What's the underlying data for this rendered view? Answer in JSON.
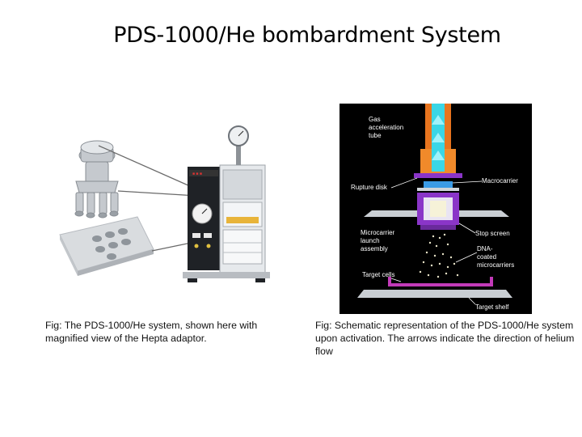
{
  "slide": {
    "title": "PDS-1000/He bombardment System"
  },
  "left_figure": {
    "caption": "Fig: The PDS-1000/He system, shown here with magnified view of the Hepta adaptor."
  },
  "right_figure": {
    "caption": "Fig: Schematic representation of the PDS-1000/He system upon activation. The arrows indicate the direction of helium flow",
    "labels": {
      "gas_tube_1": "Gas",
      "gas_tube_2": "acceleration",
      "gas_tube_3": "tube",
      "rupture_disk": "Rupture disk",
      "macrocarrier": "Macrocarrier",
      "microcarrier_1": "Microcarrier",
      "microcarrier_2": "launch",
      "microcarrier_3": "assembly",
      "stop_screen": "Stop screen",
      "dna_1": "DNA-",
      "dna_2": "coated",
      "dna_3": "microcarriers",
      "target_cells": "Target cells",
      "target_shelf": "Target shelf"
    }
  },
  "colors": {
    "background": "#ffffff",
    "schematic_bg": "#000000",
    "tube_orange": "#e8741e",
    "helium_cyan": "#3ad6e6",
    "launch_purple": "#8a35c8",
    "target_magenta": "#c23ab8"
  }
}
